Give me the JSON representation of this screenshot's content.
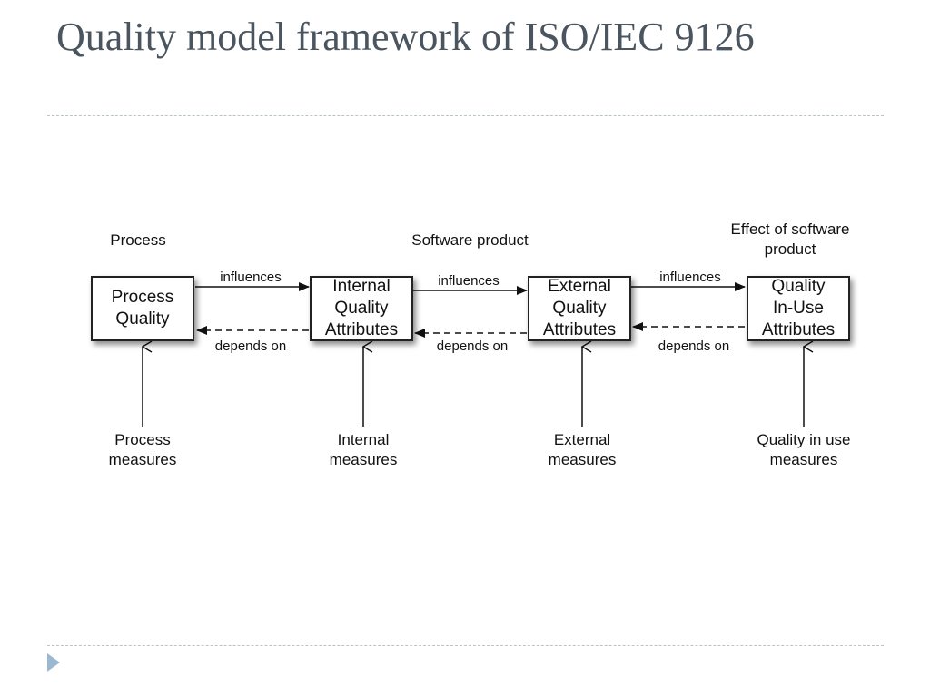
{
  "slide": {
    "title": "Quality model framework of ISO/IEC 9126"
  },
  "diagram": {
    "sections": {
      "process": "Process",
      "software_product": "Software product",
      "effect": "Effect of software\nproduct"
    },
    "boxes": [
      {
        "id": "process-quality",
        "label": "Process\nQuality"
      },
      {
        "id": "internal-quality",
        "label": "Internal\nQuality\nAttributes"
      },
      {
        "id": "external-quality",
        "label": "External\nQuality\nAttributes"
      },
      {
        "id": "quality-in-use",
        "label": "Quality\nIn-Use\nAttributes"
      }
    ],
    "forward_label": "influences",
    "backward_label": "depends on",
    "measures": [
      "Process\nmeasures",
      "Internal\nmeasures",
      "External\nmeasures",
      "Quality in use\nmeasures"
    ]
  }
}
